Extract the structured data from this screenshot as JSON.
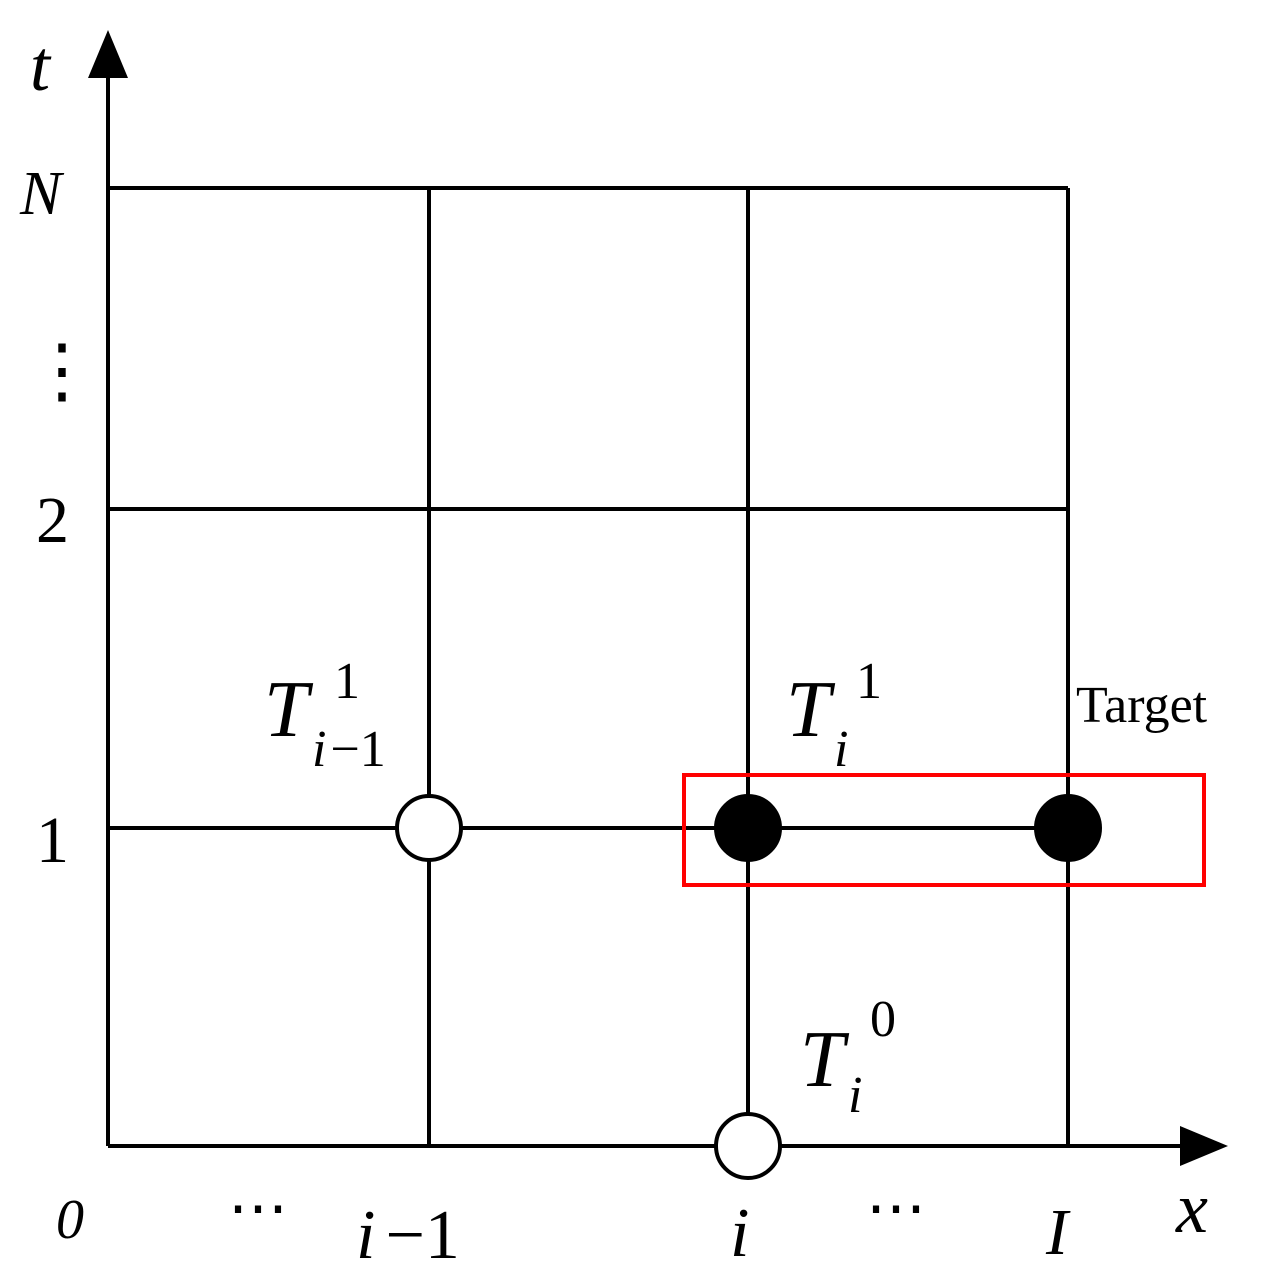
{
  "axes": {
    "x_label": "x",
    "t_label": "t",
    "origin_label": "0"
  },
  "x_ticks": {
    "dots_left": "⋯",
    "i_minus_1": {
      "base": "i",
      "rest": "−1"
    },
    "i": "i",
    "dots_right": "⋯",
    "I": "I"
  },
  "t_ticks": {
    "one": "1",
    "two": "2",
    "vdots": "⋮",
    "N": "N"
  },
  "node_labels": {
    "t_i_minus_1_level_1": {
      "main": "T",
      "sup": "1",
      "sub_var": "i",
      "sub_rest": "−1"
    },
    "t_i_level_1": {
      "main": "T",
      "sup": "1",
      "sub_var": "i"
    },
    "t_i_level_0": {
      "main": "T",
      "sup": "0",
      "sub_var": "i"
    }
  },
  "target": {
    "label": "Target",
    "box_color": "#ff0000"
  },
  "colors": {
    "line": "#000000",
    "filled_node": "#000000",
    "open_node_fill": "#ffffff"
  }
}
